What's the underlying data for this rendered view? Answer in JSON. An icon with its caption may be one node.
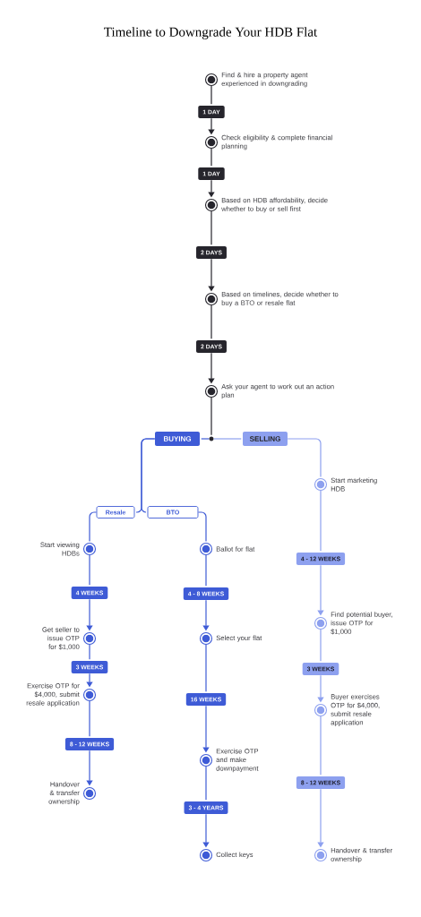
{
  "diagram": {
    "title": "Timeline to Downgrade Your HDB Flat",
    "nodes": [
      {
        "text": [
          "Find & hire a property agent experienced in downgrading"
        ]
      },
      {
        "text": [
          "Check eligibility & complete financial planning"
        ]
      },
      {
        "text": [
          "Based on HDB affordability, decide whether to buy or sell first"
        ]
      },
      {
        "text": [
          "Based on timelines, decide whether to buy a BTO or resale flat"
        ]
      },
      {
        "text": [
          "Ask your agent to work out an action plan"
        ]
      },
      {
        "text": [],
        "shape": "circle"
      },
      {
        "text": [
          "BUYING"
        ]
      },
      {
        "text": [
          "SELLING"
        ]
      },
      {
        "text": [
          "Resale"
        ]
      },
      {
        "text": [
          "BTO"
        ]
      },
      {
        "text": [
          "Start viewing HDBs"
        ]
      },
      {
        "text": [
          "Get seller to issue OTP for $1,000"
        ]
      },
      {
        "text": [
          "Exercise OTP for $4,000, submit resale application"
        ]
      },
      {
        "text": [
          "Handover & transfer ownership"
        ]
      },
      {
        "text": [
          "Ballot for flat"
        ]
      },
      {
        "text": [
          "Select your flat"
        ]
      },
      {
        "text": [
          "Exercise OTP and make downpayment"
        ]
      },
      {
        "text": [
          "Collect keys"
        ]
      },
      {
        "text": [
          "Start marketing HDB"
        ]
      },
      {
        "text": [
          "Find potential buyer, issue OTP for $1,000"
        ]
      },
      {
        "text": [
          "Buyer exercises OTP for $4,000, submit resale application"
        ]
      },
      {
        "text": [
          "Handover & transfer ownership"
        ]
      },
      {
        "text": [
          "1 DAY"
        ]
      },
      {
        "text": [
          "1 DAY"
        ]
      },
      {
        "text": [
          "2 DAYS"
        ]
      },
      {
        "text": [
          "2 DAYS"
        ]
      },
      {
        "text": [
          "4 WEEKS"
        ]
      },
      {
        "text": [
          "3 WEEKS"
        ]
      },
      {
        "text": [
          "8 - 12 WEEKS"
        ]
      },
      {
        "text": [
          "4 - 8 WEEKS"
        ]
      },
      {
        "text": [
          "16 WEEKS"
        ]
      },
      {
        "text": [
          "3 - 4 YEARS"
        ]
      },
      {
        "text": [
          "4 - 12 WEEKS"
        ]
      },
      {
        "text": [
          "3 WEEKS"
        ]
      },
      {
        "text": [
          "8 - 12 WEEKS"
        ]
      }
    ],
    "edges": [
      {
        "from": 0,
        "to": 22,
        "arrow": "none",
        "color": "#26252c"
      },
      {
        "from": 22,
        "to": 1,
        "arrow": "to",
        "color": "#26252c"
      },
      {
        "from": 1,
        "to": 23,
        "arrow": "none",
        "color": "#26252c"
      },
      {
        "from": 23,
        "to": 2,
        "arrow": "to",
        "color": "#26252c"
      },
      {
        "from": 2,
        "to": 24,
        "arrow": "none",
        "color": "#26252c"
      },
      {
        "from": 24,
        "to": 3,
        "arrow": "to",
        "color": "#26252c"
      },
      {
        "from": 3,
        "to": 25,
        "arrow": "none",
        "color": "#26252c"
      },
      {
        "from": 25,
        "to": 4,
        "arrow": "to",
        "color": "#26252c"
      },
      {
        "from": 4,
        "to": 5,
        "arrow": "none",
        "color": "#26252c"
      },
      {
        "from": 5,
        "to": 6,
        "arrow": "none"
      },
      {
        "from": 5,
        "to": 7,
        "arrow": "none",
        "color": "#8da0ef"
      },
      {
        "from": 6,
        "to": 8,
        "arrow": "none"
      },
      {
        "from": 6,
        "to": 9,
        "arrow": "none"
      },
      {
        "from": 8,
        "to": 10,
        "arrow": "none"
      },
      {
        "from": 9,
        "to": 14,
        "arrow": "none"
      },
      {
        "from": 7,
        "to": 18,
        "arrow": "none",
        "color": "#8da0ef"
      },
      {
        "from": 10,
        "to": 26,
        "arrow": "none"
      },
      {
        "from": 26,
        "to": 11,
        "arrow": "to"
      },
      {
        "from": 11,
        "to": 27,
        "arrow": "none"
      },
      {
        "from": 27,
        "to": 12,
        "arrow": "to"
      },
      {
        "from": 12,
        "to": 28,
        "arrow": "none"
      },
      {
        "from": 28,
        "to": 13,
        "arrow": "to"
      },
      {
        "from": 14,
        "to": 29,
        "arrow": "none"
      },
      {
        "from": 29,
        "to": 15,
        "arrow": "to"
      },
      {
        "from": 15,
        "to": 30,
        "arrow": "none"
      },
      {
        "from": 30,
        "to": 16,
        "arrow": "to"
      },
      {
        "from": 16,
        "to": 31,
        "arrow": "none"
      },
      {
        "from": 31,
        "to": 17,
        "arrow": "to"
      },
      {
        "from": 18,
        "to": 32,
        "arrow": "none",
        "color": "#8da0ef"
      },
      {
        "from": 32,
        "to": 19,
        "arrow": "to",
        "color": "#8da0ef"
      },
      {
        "from": 19,
        "to": 33,
        "arrow": "none",
        "color": "#8da0ef"
      },
      {
        "from": 33,
        "to": 20,
        "arrow": "to",
        "color": "#8da0ef"
      },
      {
        "from": 20,
        "to": 34,
        "arrow": "none",
        "color": "#8da0ef"
      },
      {
        "from": 34,
        "to": 21,
        "arrow": "to",
        "color": "#8da0ef"
      }
    ]
  }
}
